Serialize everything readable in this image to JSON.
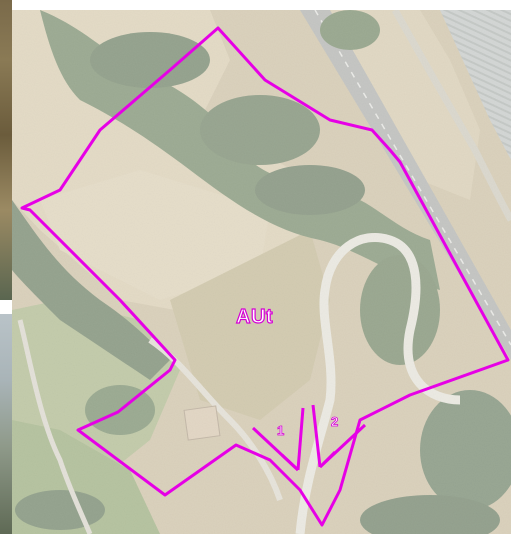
{
  "map": {
    "zone_label": "AUt",
    "access_labels": [
      "1",
      "2"
    ],
    "boundary_color": "#e600e6"
  }
}
